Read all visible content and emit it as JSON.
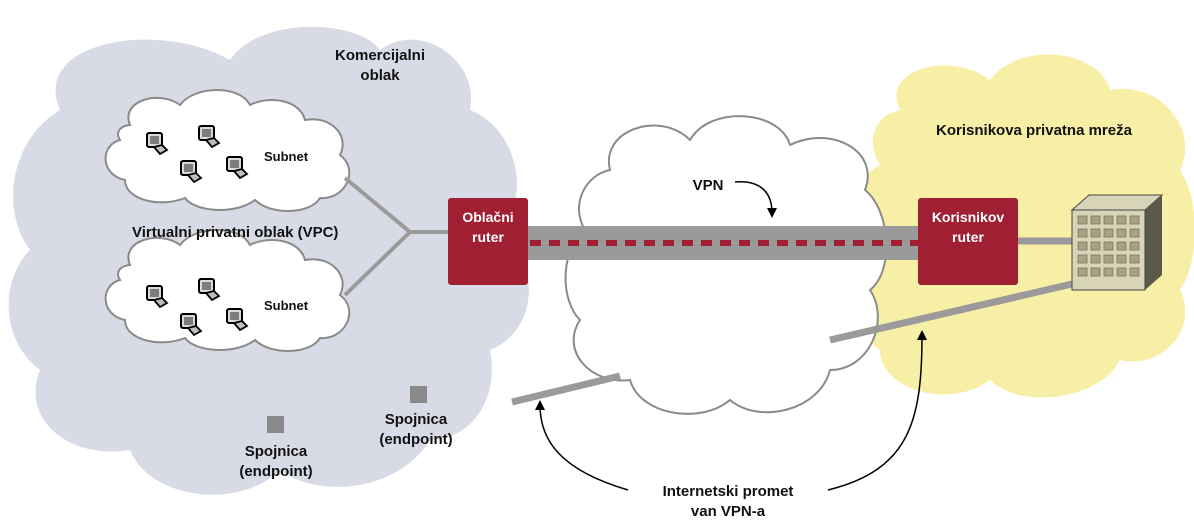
{
  "labels": {
    "commercial_cloud_line1": "Komercijalni",
    "commercial_cloud_line2": "oblak",
    "subnet_top": "Subnet",
    "subnet_bottom": "Subnet",
    "vpc": "Virtualni privatni oblak (VPC)",
    "cloud_router_line1": "Oblačni",
    "cloud_router_line2": "ruter",
    "user_router_line1": "Korisnikov",
    "user_router_line2": "ruter",
    "private_network": "Korisnikova privatna mreža",
    "vpn": "VPN",
    "endpoint_left_line1": "Spojnica",
    "endpoint_left_line2": "(endpoint)",
    "endpoint_right_line1": "Spojnica",
    "endpoint_right_line2": "(endpoint)",
    "internet_line1": "Internetski promet",
    "internet_line2": "van VPN-a"
  },
  "colors": {
    "commercial_cloud_fill": "#d8dbe6",
    "private_network_fill": "#f7efa6",
    "internet_cloud_fill": "#ffffff",
    "router_fill": "#a01f33",
    "vpn_dash": "#a01f33",
    "link": "#9a9a9a",
    "endpoint": "#8a8a8a"
  },
  "icons": [
    "computer-icon",
    "office-building-icon",
    "curved-arrow-icon"
  ]
}
